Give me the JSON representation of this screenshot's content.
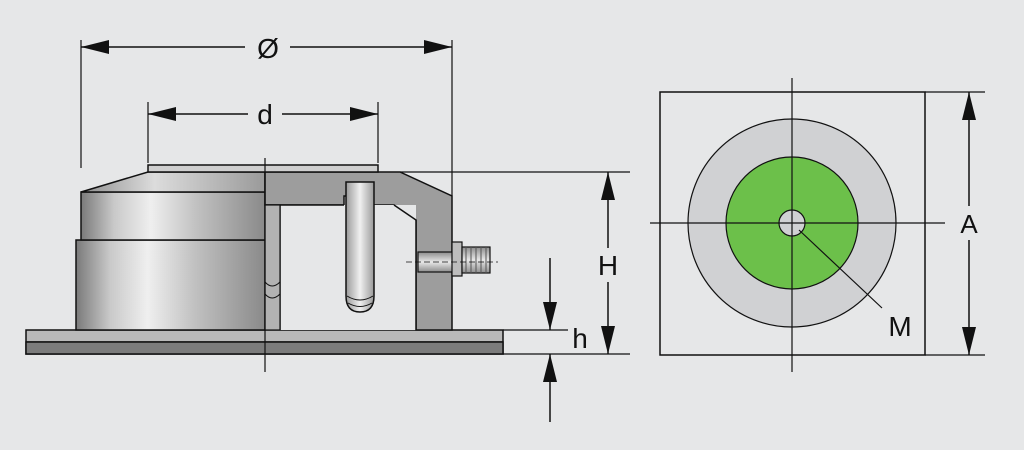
{
  "labels": {
    "outer_diameter": "Ø",
    "inner_diameter": "d",
    "height": "H",
    "base_height": "h",
    "width": "A",
    "thread": "M"
  },
  "colors": {
    "background": "#e6e7e8",
    "line": "#111111",
    "metal_light": "#d8d8d8",
    "metal_mid": "#a8a8a8",
    "metal_dark": "#6f6f6f",
    "outer_ring": "#d0d1d3",
    "load_area": "#6cc04a"
  }
}
